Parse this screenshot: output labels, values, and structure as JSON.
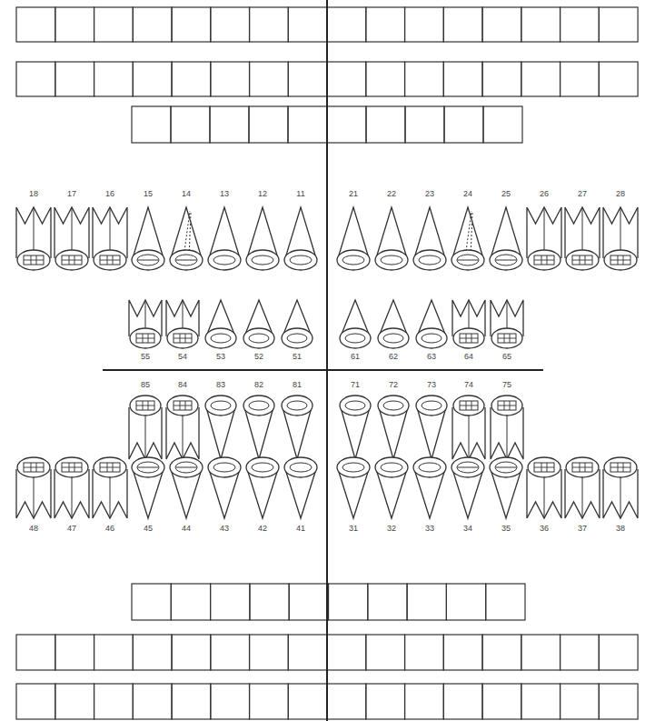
{
  "diagram": {
    "labels": [
      "18",
      "17",
      "16",
      "15",
      "14",
      "13",
      "12",
      "11",
      "21",
      "22",
      "23",
      "24",
      "25",
      "26",
      "27",
      "28",
      "55",
      "54",
      "53",
      "52",
      "51",
      "61",
      "62",
      "63",
      "64",
      "65",
      "85",
      "84",
      "83",
      "82",
      "81",
      "71",
      "72",
      "73",
      "74",
      "75",
      "48",
      "47",
      "46",
      "45",
      "44",
      "43",
      "42",
      "41",
      "31",
      "32",
      "33",
      "34",
      "35",
      "36",
      "37",
      "38"
    ]
  }
}
